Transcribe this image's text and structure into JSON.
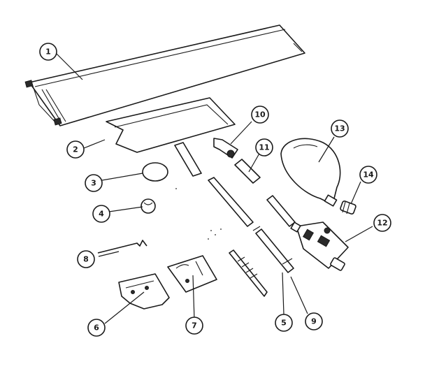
{
  "callouts": [
    {
      "id": "1",
      "label": "1"
    },
    {
      "id": "2",
      "label": "2"
    },
    {
      "id": "3",
      "label": "3"
    },
    {
      "id": "4",
      "label": "4"
    },
    {
      "id": "5",
      "label": "5"
    },
    {
      "id": "6",
      "label": "6"
    },
    {
      "id": "7",
      "label": "7"
    },
    {
      "id": "8",
      "label": "8"
    },
    {
      "id": "9",
      "label": "9"
    },
    {
      "id": "10",
      "label": "10"
    },
    {
      "id": "11",
      "label": "11"
    },
    {
      "id": "12",
      "label": "12"
    },
    {
      "id": "13",
      "label": "13"
    },
    {
      "id": "14",
      "label": "14"
    }
  ],
  "colors": {
    "ink": "#1a1a1a",
    "paper": "#ffffff"
  }
}
